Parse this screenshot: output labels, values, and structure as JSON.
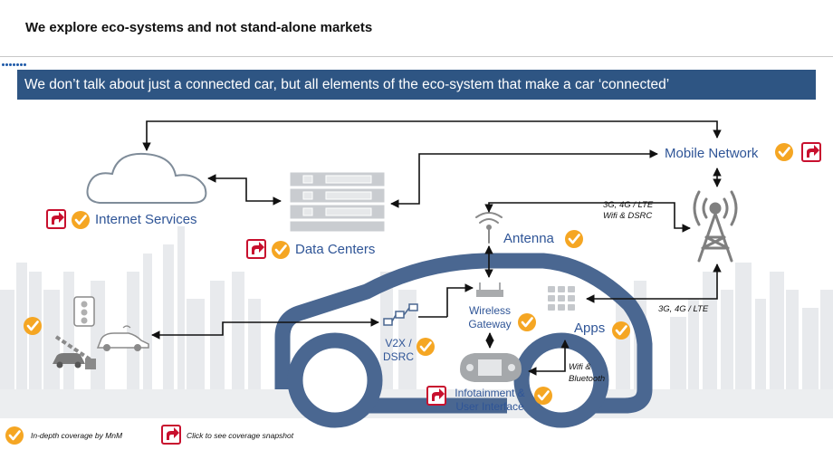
{
  "header": {
    "title": "We explore eco-systems and not stand-alone markets"
  },
  "banner": {
    "text": "We don’t talk about just a connected car, but all elements of the eco-system that make a car ‘connected’"
  },
  "nodes": {
    "mobile_network": "Mobile Network",
    "internet_services": "Internet Services",
    "data_centers": "Data Centers",
    "antenna": "Antenna",
    "wireless_gateway": "Wireless Gateway",
    "apps": "Apps",
    "v2x": "V2X / DSRC",
    "infotainment": "Infotainment & User Interface"
  },
  "link_notes": {
    "antenna_tower": [
      "3G, 4G / LTE",
      "Wifi & DSRC"
    ],
    "apps_tower": "3G, 4G / LTE",
    "infotainment_apps": [
      "Wifi &",
      "Bluetooth"
    ]
  },
  "legend": {
    "check": "In-depth coverage by MnM",
    "link": "Click to see coverage snapshot"
  },
  "colors": {
    "banner": "#2e5583",
    "label": "#2f5597",
    "check_badge": "#f5a623",
    "link_icon": "#c8102e",
    "car_outline": "#4a6791"
  }
}
